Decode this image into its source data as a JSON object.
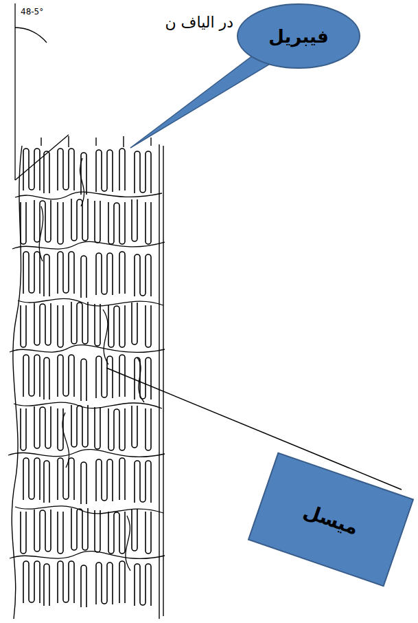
{
  "diagram": {
    "nodes": [
      {
        "text": [
          "فیبریل"
        ]
      },
      {
        "text": [
          "میسل"
        ]
      }
    ],
    "labels": [
      "در الیاف ن",
      "48-5°"
    ]
  }
}
